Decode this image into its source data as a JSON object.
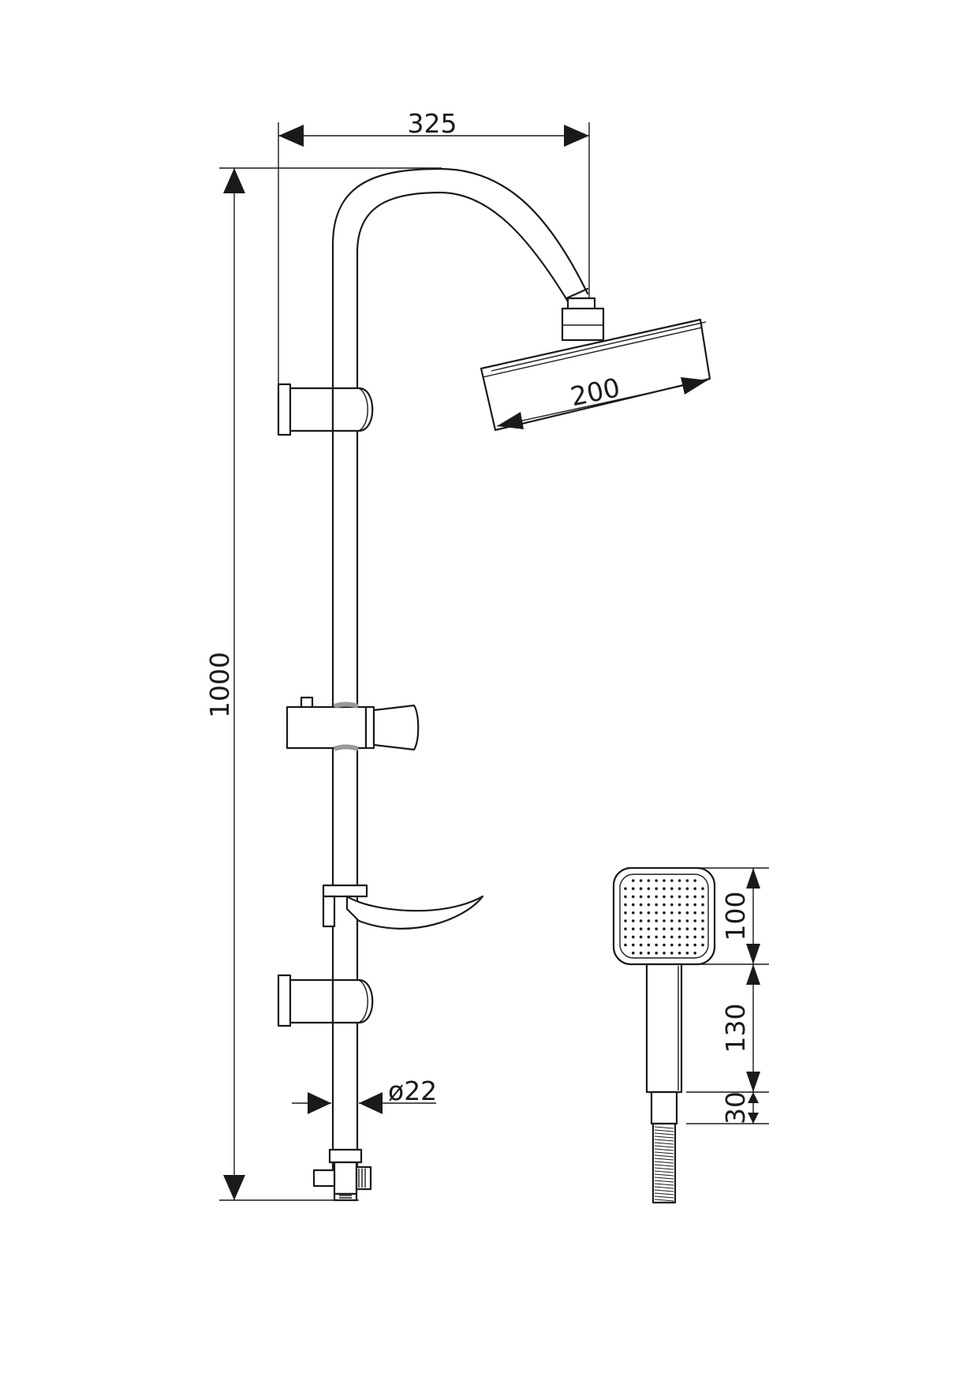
{
  "dimensions": {
    "arm_reach": "325",
    "head_diameter": "200",
    "total_height": "1000",
    "rail_diameter": "ø22",
    "hand_head_height": "100",
    "hand_handle_length": "130",
    "hand_connector_length": "30"
  },
  "colors": {
    "line": "#1a1a1a",
    "band": "#999999",
    "background": "#ffffff"
  }
}
